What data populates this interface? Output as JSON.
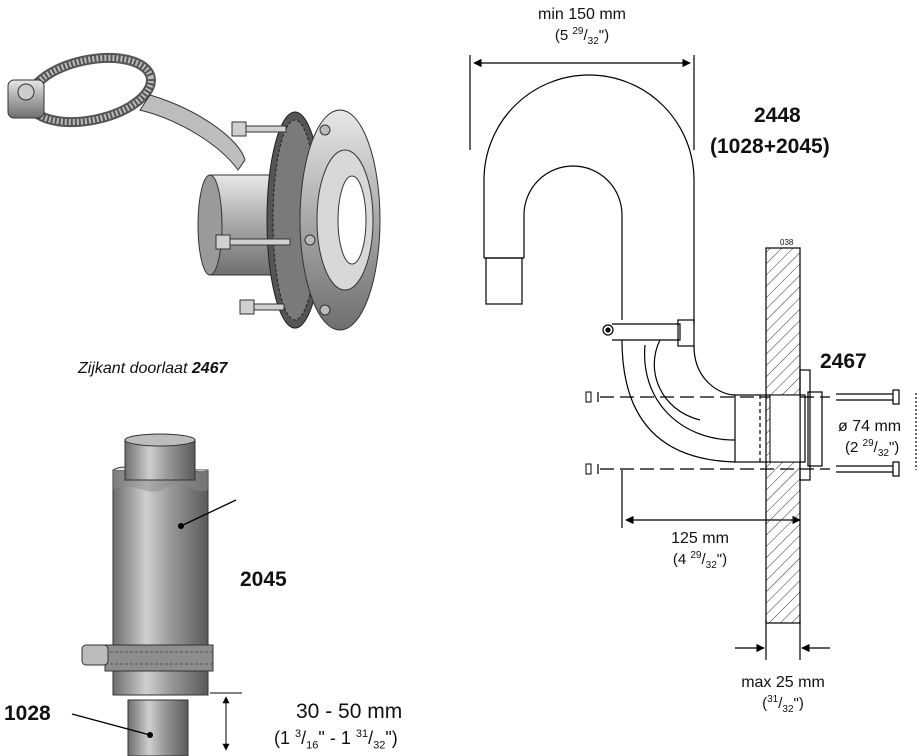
{
  "labels": {
    "assembly_code": "2448",
    "assembly_parts": "(1028+2045)",
    "flange_code": "2467",
    "pipe_code_2045": "2045",
    "pipe_code_1028": "1028",
    "caption_prefix": "Zijkant doorlaat ",
    "caption_code": "2467",
    "drawing_number": "038"
  },
  "dimensions": {
    "width_metric": "min 150 mm",
    "width_imperial": {
      "whole": "5",
      "num": "29",
      "den": "32"
    },
    "diameter_metric": "ø 74 mm",
    "diameter_imperial": {
      "whole": "2",
      "num": "29",
      "den": "32"
    },
    "depth_metric": "125 mm",
    "depth_imperial": {
      "whole": "4",
      "num": "29",
      "den": "32"
    },
    "wall_metric": "max 25 mm",
    "wall_imperial": {
      "num": "31",
      "den": "32"
    },
    "overlap_metric": "30 - 50 mm",
    "overlap_imperial": {
      "a_whole": "1",
      "a_num": "3",
      "a_den": "16",
      "b_whole": "1",
      "b_num": "31",
      "b_den": "32"
    }
  }
}
